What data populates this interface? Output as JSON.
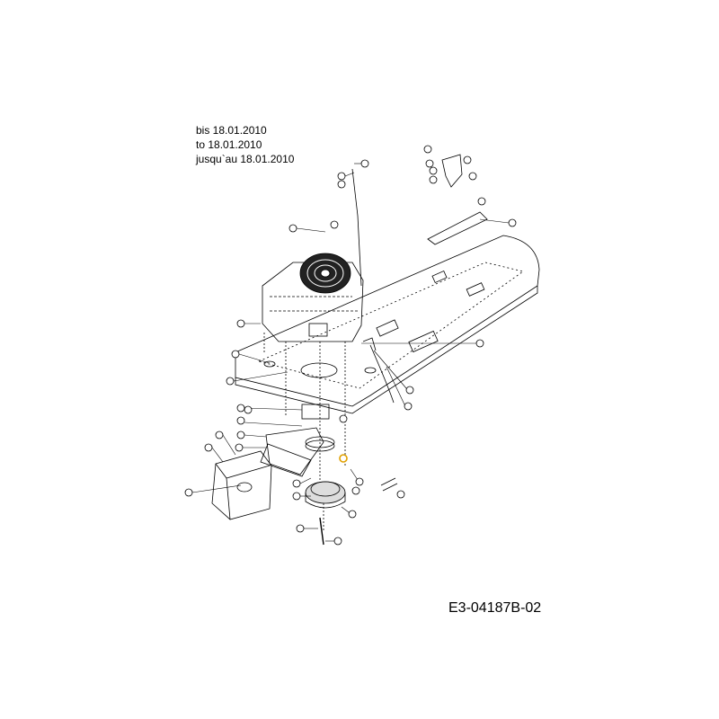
{
  "notes": {
    "line1": "bis 18.01.2010",
    "line2": "to 18.01.2010",
    "line3": "jusqu`au 18.01.2010"
  },
  "drawing_code": "E3-04187B-02",
  "colors": {
    "line": "#000000",
    "highlight": "#e0a000",
    "background": "#ffffff"
  }
}
